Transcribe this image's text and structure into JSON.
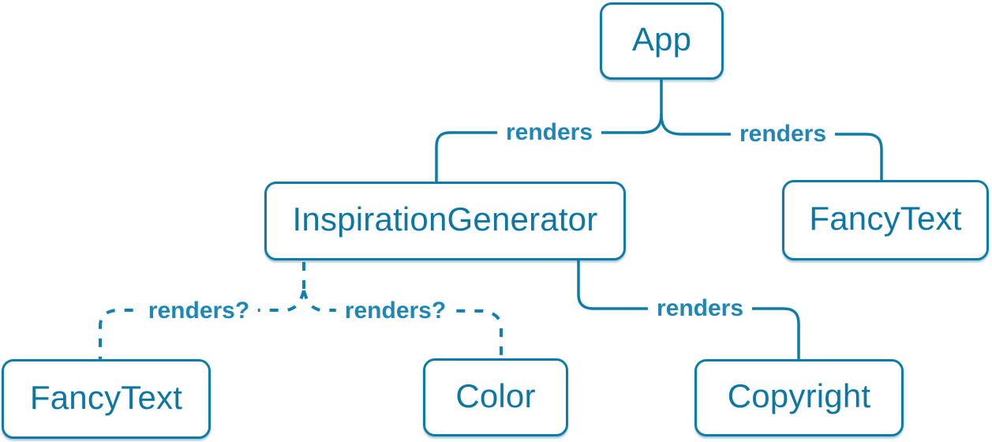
{
  "diagram": {
    "type": "component-render-tree",
    "nodes": [
      {
        "id": "app",
        "label": "App"
      },
      {
        "id": "inspiration-generator",
        "label": "InspirationGenerator"
      },
      {
        "id": "fancy-text-top",
        "label": "FancyText"
      },
      {
        "id": "fancy-text-bottom",
        "label": "FancyText"
      },
      {
        "id": "color",
        "label": "Color"
      },
      {
        "id": "copyright",
        "label": "Copyright"
      }
    ],
    "edges": [
      {
        "from": "App",
        "to": "InspirationGenerator",
        "label": "renders",
        "style": "solid"
      },
      {
        "from": "App",
        "to": "FancyText",
        "label": "renders",
        "style": "solid"
      },
      {
        "from": "InspirationGenerator",
        "to": "FancyText",
        "label": "renders?",
        "style": "dashed"
      },
      {
        "from": "InspirationGenerator",
        "to": "Color",
        "label": "renders?",
        "style": "dashed"
      },
      {
        "from": "InspirationGenerator",
        "to": "Copyright",
        "label": "renders",
        "style": "solid"
      }
    ],
    "colors": {
      "background": "#ffffff",
      "node_fill": "#ffffff",
      "node_border": "#0f7ba8",
      "node_text": "#0d77a4",
      "edge_solid": "#0f7ba8",
      "edge_dashed": "#1180ae",
      "edge_label_text": "#1e87b6"
    }
  }
}
